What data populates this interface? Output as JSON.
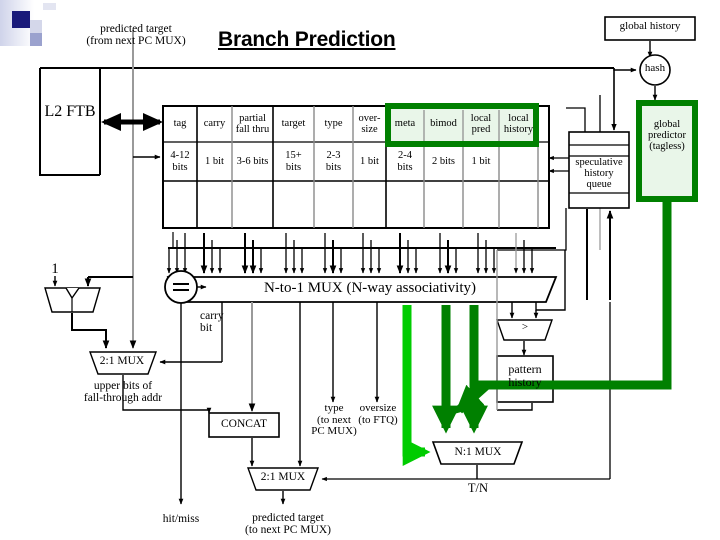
{
  "slide": {
    "title": "Branch Prediction",
    "background": "#ffffff",
    "ink": "#000000",
    "accent_dark_green": "#008000",
    "accent_bright_green": "#00cc00",
    "accent_pale_green": "#e8f6e8",
    "deco_navy": "#1a1a7a",
    "deco_light": "#a9add8"
  },
  "labels": {
    "predicted_target_in": "predicted target\n(from next PC MUX)",
    "l2_ftb": "L2 FTB",
    "global_history": "global history",
    "hash": "hash",
    "spec_history_queue": "speculative\nhistory\nqueue",
    "global_predictor": "global\npredictor\n(tagless)",
    "one": "1",
    "n_to_1_mux": "N-to-1 MUX (N-way associativity)",
    "equals": "=",
    "carry_bit": "carry\nbit",
    "mux_2_1_upper": "2:1 MUX",
    "upper_bits": "upper bits of\nfall-through addr",
    "concat": "CONCAT",
    "type_out": "type\n(to next\nPC MUX)",
    "oversize_out": "oversize\n(to FTQ)",
    "mux_n_1": "N:1 MUX",
    "t_n": "T/N",
    "pattern_history": "pattern\nhistory",
    "small_mux": ">",
    "mux_2_1_lower": "2:1 MUX",
    "hit_miss": "hit/miss",
    "predicted_target_out": "predicted target\n(to next PC MUX)"
  },
  "ftb_table": {
    "columns": [
      {
        "header": "tag",
        "value": "4-12\nbits",
        "highlight": false
      },
      {
        "header": "carry",
        "value": "1 bit",
        "highlight": false
      },
      {
        "header": "partial\nfall thru",
        "value": "3-6 bits",
        "highlight": false
      },
      {
        "header": "target",
        "value": "15+\nbits",
        "highlight": false
      },
      {
        "header": "type",
        "value": "2-3\nbits",
        "highlight": false
      },
      {
        "header": "over-\nsize",
        "value": "1 bit",
        "highlight": false
      },
      {
        "header": "meta",
        "value": "2-4\nbits",
        "highlight": true
      },
      {
        "header": "bimod",
        "value": "2 bits",
        "highlight": true
      },
      {
        "header": "local\npred",
        "value": "1 bit",
        "highlight": true
      },
      {
        "header": "local\nhistory",
        "value": "",
        "highlight": true
      }
    ]
  }
}
